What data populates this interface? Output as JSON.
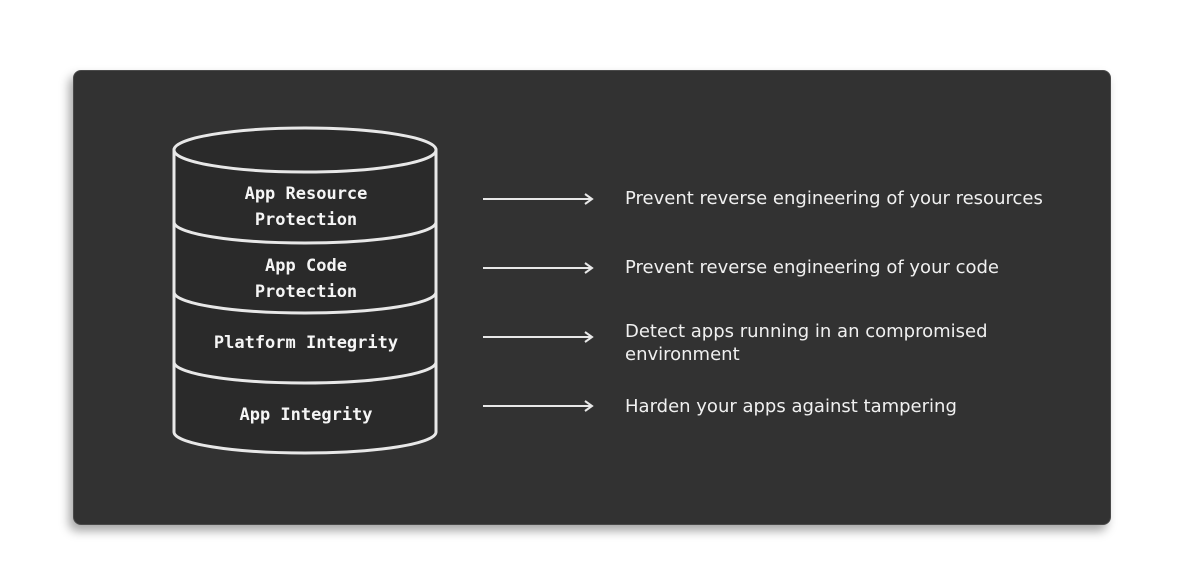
{
  "layers": [
    {
      "label": "App Resource\nProtection",
      "description": "Prevent reverse engineering of your resources"
    },
    {
      "label": "App Code\nProtection",
      "description": "Prevent reverse engineering of your code"
    },
    {
      "label": "Platform Integrity",
      "description": "Detect apps running in an compromised environment"
    },
    {
      "label": "App Integrity",
      "description": "Harden your apps against tampering"
    }
  ],
  "colors": {
    "panel_background": "#323232",
    "cylinder_fill": "#2a2a2a",
    "stroke": "#e8e8e8",
    "text": "#f0f0f0"
  }
}
